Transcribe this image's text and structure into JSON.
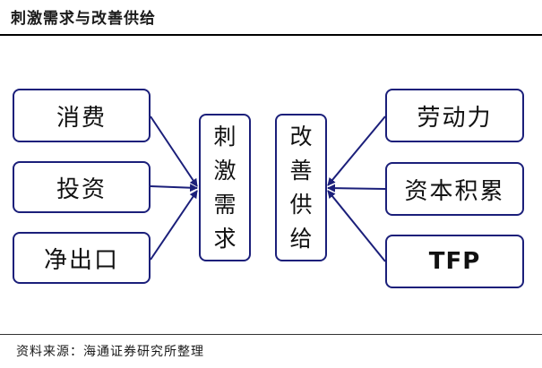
{
  "header": {
    "title": "刺激需求与改善供给"
  },
  "diagram": {
    "left_items": [
      "消费",
      "投资",
      "净出口"
    ],
    "center_left": [
      "刺",
      "激",
      "需",
      "求"
    ],
    "center_right": [
      "改",
      "善",
      "供",
      "给"
    ],
    "right_items": [
      "劳动力",
      "资本积累",
      "TFP"
    ],
    "arrow_color": "#1b1f7a"
  },
  "footer": {
    "source": "资料来源：海通证券研究所整理"
  }
}
